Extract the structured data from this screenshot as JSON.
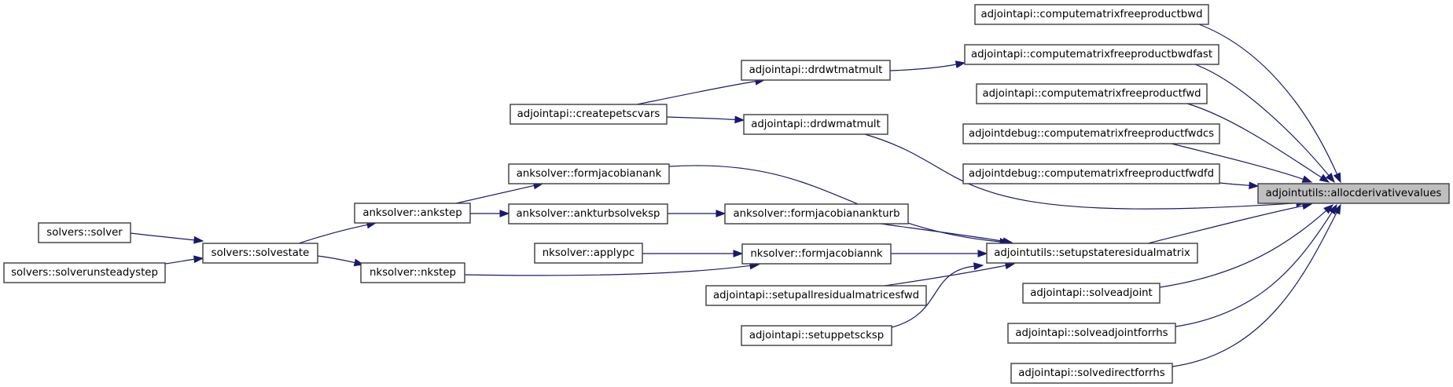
{
  "graph": {
    "title": "Caller graph of adjointutils::allocderivativevalues",
    "colors": {
      "edge": "#191970",
      "node_border": "#3c3c3c",
      "target_fill": "#bfbfbf",
      "node_fill": "#ffffff"
    },
    "target": "adjointutils::allocderivativevalues",
    "nodes": [
      {
        "id": "alloc",
        "label": "adjointutils::allocderivativevalues",
        "target": true
      },
      {
        "id": "bwd",
        "label": "adjointapi::computematrixfreeproductbwd"
      },
      {
        "id": "bwdfast",
        "label": "adjointapi::computematrixfreeproductbwdfast"
      },
      {
        "id": "fwd",
        "label": "adjointapi::computematrixfreeproductfwd"
      },
      {
        "id": "fwdcs",
        "label": "adjointdebug::computematrixfreeproductfwdcs"
      },
      {
        "id": "fwdfd",
        "label": "adjointdebug::computematrixfreeproductfwdfd"
      },
      {
        "id": "setupstate",
        "label": "adjointutils::setupstateresidualmatrix"
      },
      {
        "id": "solveadjoint",
        "label": "adjointapi::solveadjoint"
      },
      {
        "id": "solveadjointforrhs",
        "label": "adjointapi::solveadjointforrhs"
      },
      {
        "id": "solvedirectforrhs",
        "label": "adjointapi::solvedirectforrhs"
      },
      {
        "id": "drdwtmatmult",
        "label": "adjointapi::drdwtmatmult"
      },
      {
        "id": "drdwmatmult",
        "label": "adjointapi::drdwmatmult"
      },
      {
        "id": "createpetscvars",
        "label": "adjointapi::createpetscvars"
      },
      {
        "id": "formjacobianank",
        "label": "anksolver::formjacobianank"
      },
      {
        "id": "formjacobianankturb",
        "label": "anksolver::formjacobianankturb"
      },
      {
        "id": "ankturbsolveksp",
        "label": "anksolver::ankturbsolveksp"
      },
      {
        "id": "ankstep",
        "label": "anksolver::ankstep"
      },
      {
        "id": "formjacobiannk",
        "label": "nksolver::formjacobiannk"
      },
      {
        "id": "applypc",
        "label": "nksolver::applypc"
      },
      {
        "id": "nkstep",
        "label": "nksolver::nkstep"
      },
      {
        "id": "setupall",
        "label": "adjointapi::setupallresidualmatricesfwd"
      },
      {
        "id": "setuppetscksp",
        "label": "adjointapi::setuppetscksp"
      },
      {
        "id": "solvestate",
        "label": "solvers::solvestate"
      },
      {
        "id": "solver",
        "label": "solvers::solver"
      },
      {
        "id": "solverunsteadystep",
        "label": "solvers::solverunsteadystep"
      }
    ],
    "edges": [
      {
        "from": "bwd",
        "to": "alloc"
      },
      {
        "from": "bwdfast",
        "to": "alloc"
      },
      {
        "from": "fwd",
        "to": "alloc"
      },
      {
        "from": "fwdcs",
        "to": "alloc"
      },
      {
        "from": "fwdfd",
        "to": "alloc"
      },
      {
        "from": "drdwmatmult",
        "to": "alloc"
      },
      {
        "from": "setupstate",
        "to": "alloc"
      },
      {
        "from": "solveadjoint",
        "to": "alloc"
      },
      {
        "from": "solveadjointforrhs",
        "to": "alloc"
      },
      {
        "from": "solvedirectforrhs",
        "to": "alloc"
      },
      {
        "from": "drdwtmatmult",
        "to": "bwdfast"
      },
      {
        "from": "createpetscvars",
        "to": "drdwtmatmult"
      },
      {
        "from": "createpetscvars",
        "to": "drdwmatmult"
      },
      {
        "from": "formjacobianank",
        "to": "setupstate"
      },
      {
        "from": "formjacobianankturb",
        "to": "setupstate"
      },
      {
        "from": "formjacobiannk",
        "to": "setupstate"
      },
      {
        "from": "setupall",
        "to": "setupstate"
      },
      {
        "from": "setuppetscksp",
        "to": "setupstate"
      },
      {
        "from": "ankstep",
        "to": "formjacobianank"
      },
      {
        "from": "ankstep",
        "to": "ankturbsolveksp"
      },
      {
        "from": "ankturbsolveksp",
        "to": "formjacobianankturb"
      },
      {
        "from": "applypc",
        "to": "formjacobiannk"
      },
      {
        "from": "nkstep",
        "to": "formjacobiannk"
      },
      {
        "from": "solvestate",
        "to": "ankstep"
      },
      {
        "from": "solvestate",
        "to": "nkstep"
      },
      {
        "from": "solver",
        "to": "solvestate"
      },
      {
        "from": "solverunsteadystep",
        "to": "solvestate"
      }
    ]
  }
}
